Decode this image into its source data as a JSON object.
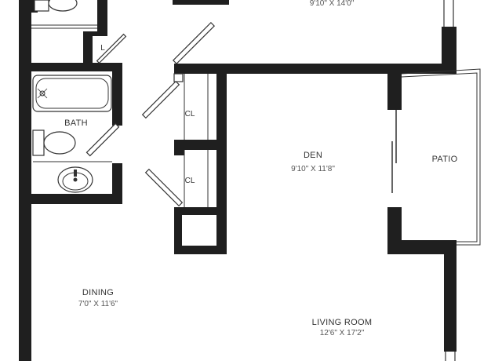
{
  "rooms": {
    "top_room": {
      "dimensions": "9'10\" X 14'0\""
    },
    "bath": {
      "name": "BATH"
    },
    "closet_1": {
      "name": "CL"
    },
    "closet_2": {
      "name": "CL"
    },
    "linen": {
      "name": "L"
    },
    "den": {
      "name": "DEN",
      "dimensions": "9'10\" X 11'8\""
    },
    "patio": {
      "name": "PATIO"
    },
    "dining": {
      "name": "DINING",
      "dimensions": "7'0\" X 11'6\""
    },
    "living_room": {
      "name": "LIVING ROOM",
      "dimensions": "12'6\" X 17'2\""
    }
  },
  "colors": {
    "wall": "#1f1f1f",
    "line": "#333333",
    "background": "#ffffff"
  },
  "fixtures": [
    "bathtub-icon",
    "toilet-icon",
    "sink-icon"
  ]
}
